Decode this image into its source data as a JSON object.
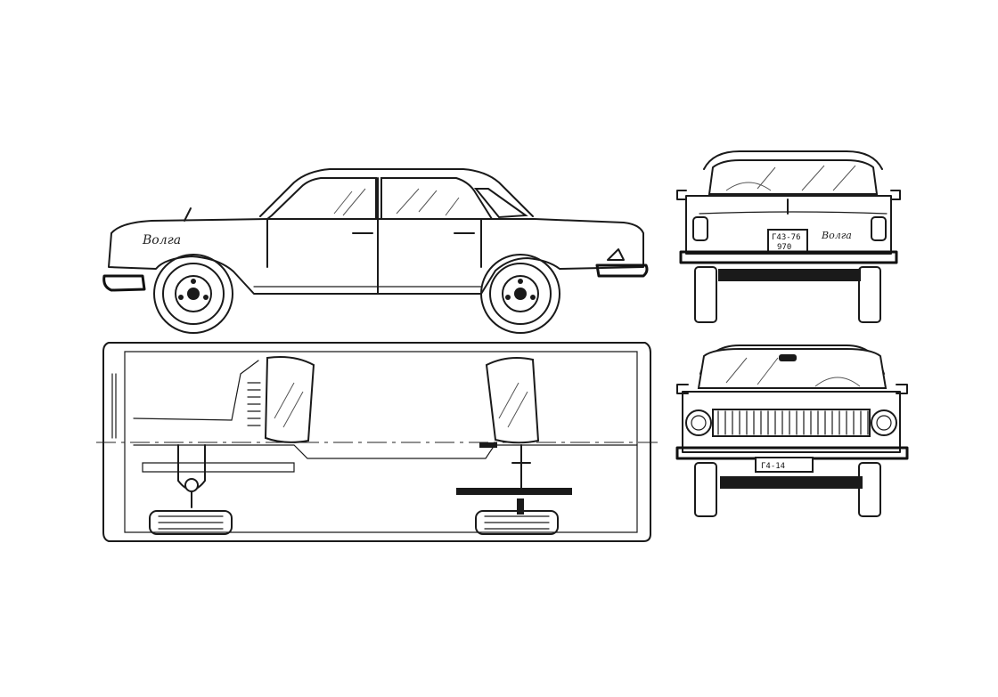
{
  "drawing": {
    "views": [
      "side",
      "top",
      "rear",
      "front"
    ]
  },
  "side_view": {
    "badge_text": "Волга"
  },
  "rear_view": {
    "plate_line1": "Г43-76",
    "plate_line2": "970",
    "badge_text": "Волга"
  },
  "front_view": {
    "plate_text": "Г4-14"
  }
}
